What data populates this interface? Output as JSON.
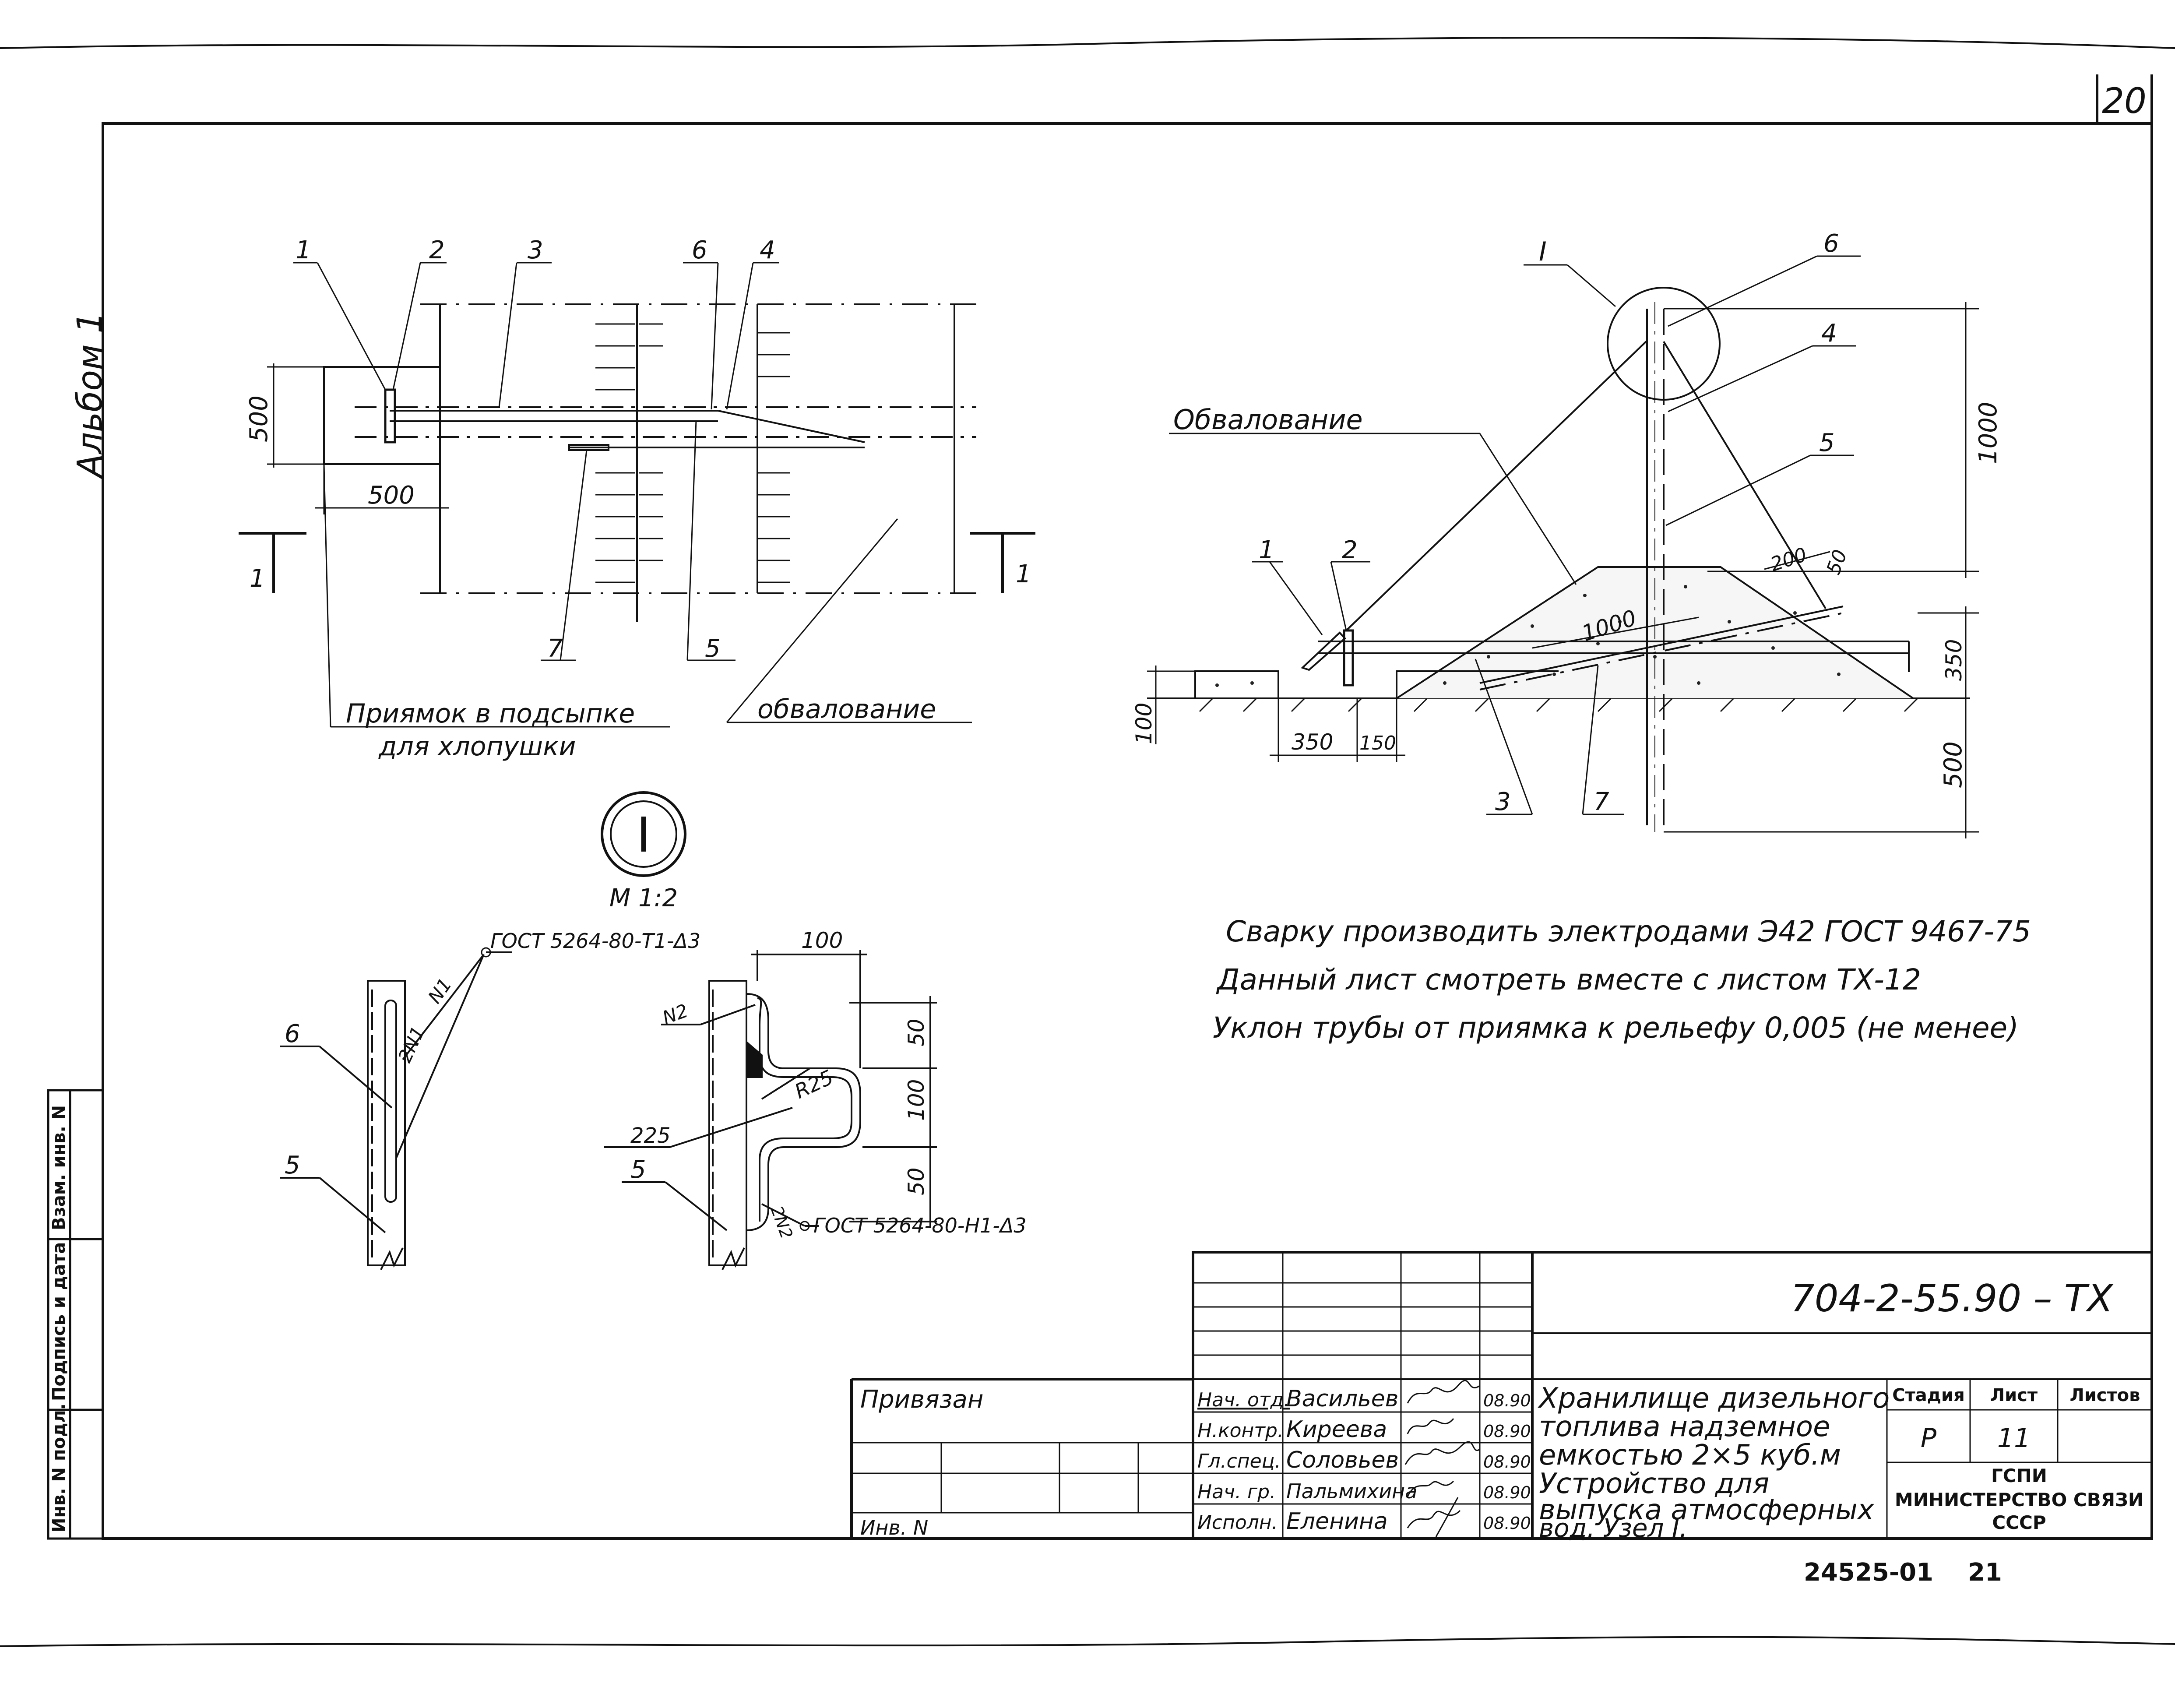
{
  "page_number": "20",
  "album_label": "Альбом 1",
  "plan": {
    "callouts": [
      "1",
      "2",
      "3",
      "6",
      "4",
      "7",
      "5"
    ],
    "dim_500_v": "500",
    "dim_500_h": "500",
    "section_mark": "1",
    "label_pit_line1": "Приямок в подсыпке",
    "label_pit_line2": "для хлопушки",
    "label_embankment": "обвалование"
  },
  "section": {
    "node_mark": "I",
    "callouts": [
      "6",
      "4",
      "5",
      "1",
      "2",
      "3",
      "7"
    ],
    "label_embankment": "Обвалование",
    "dims": {
      "d1000_v": "1000",
      "d200": "200",
      "d50": "50",
      "d1000_slope": "1000",
      "d350_v": "350",
      "d500_v": "500",
      "d100_v": "100",
      "d350_h": "350",
      "d150_h": "150"
    }
  },
  "detail": {
    "mark": "I",
    "scale": "М 1:2",
    "weld_top": "ГОСТ 5264-80-Т1-Δ3",
    "weld_bottom": "ГОСТ 5264-80-Н1-Δ3",
    "weld_n1": "N1",
    "weld_2n1": "2N1",
    "weld_n2": "N2",
    "weld_2n2": "2N2",
    "callout_6": "6",
    "callout_5a": "5",
    "callout_5b": "5",
    "dim_100_top": "100",
    "dim_50_a": "50",
    "dim_100_mid": "100",
    "dim_50_b": "50",
    "radius": "R25",
    "dim_225": "225"
  },
  "notes": [
    "Сварку производить электродами Э42 ГОСТ 9467-75",
    "Данный лист смотреть вместе с листом ТХ-12",
    "Уклон трубы от приямка к рельефу 0,005 (не менее)"
  ],
  "side_stamp": [
    "Инв. N подл.",
    "Подпись и дата",
    "Взам. инв. N"
  ],
  "title_block": {
    "code": "704-2-55.90 – ТХ",
    "privyazan": "Привязан",
    "inv_n": "Инв. N",
    "roles": [
      {
        "role": "Нач. отд.",
        "name": "Васильев",
        "date": "08.90"
      },
      {
        "role": "Н.контр.",
        "name": "Киреева",
        "date": "08.90"
      },
      {
        "role": "Гл.спец.",
        "name": "Соловьев",
        "date": "08.90"
      },
      {
        "role": "Нач. гр.",
        "name": "Пальмихина",
        "date": "08.90"
      },
      {
        "role": "Исполн.",
        "name": "Еленина",
        "date": "08.90"
      }
    ],
    "title_line1": "Хранилище дизельного",
    "title_line2": "топлива надземное",
    "title_line3": "емкостью 2×5 куб.м",
    "drawing_line1": "Устройство для",
    "drawing_line2": "выпуска атмосферных",
    "drawing_line3": "вод. Узел I.",
    "stage_header": "Стадия",
    "sheet_header": "Лист",
    "sheets_header": "Листов",
    "stage": "Р",
    "sheet": "11",
    "org_line1": "ГСПИ",
    "org_line2": "МИНИСТЕРСТВО СВЯЗИ",
    "org_line3": "СССР"
  },
  "archive_number": "24525-01",
  "archive_sheet": "21"
}
